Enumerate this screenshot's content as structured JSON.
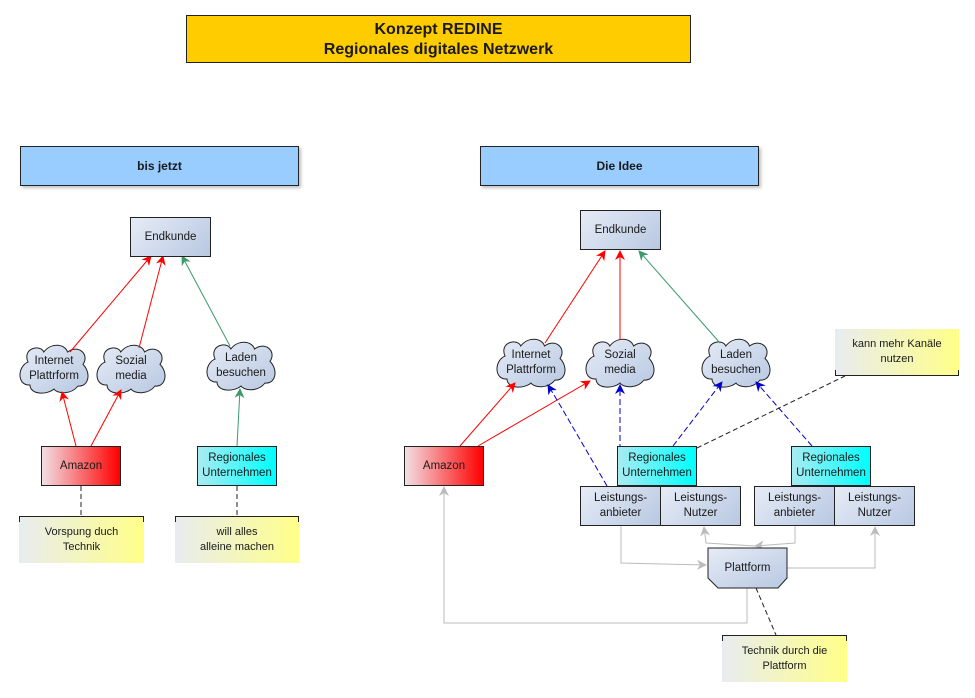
{
  "title": {
    "line1": "Konzept REDINE",
    "line2": "Regionales digitales Netzwerk"
  },
  "colors": {
    "title_bg": "#ffcc00",
    "section_bg": "#99ccff",
    "arrow_red": "#ff0000",
    "arrow_green": "#3c9a6a",
    "arrow_blue": "#0000cc",
    "arrow_gray": "#bbbbbb"
  },
  "left": {
    "header": "bis jetzt",
    "endkunde": "Endkunde",
    "internet": [
      "Internet",
      "Plattrform"
    ],
    "sozial": [
      "Sozial",
      "media"
    ],
    "laden": [
      "Laden",
      "besuchen"
    ],
    "amazon": "Amazon",
    "regional": [
      "Regionales",
      "Unternehmen"
    ],
    "note_amazon": [
      "Vorspung duch",
      "Technik"
    ],
    "note_regional": [
      "will alles",
      "alleine machen"
    ]
  },
  "right": {
    "header": "Die Idee",
    "endkunde": "Endkunde",
    "internet": [
      "Internet",
      "Plattrform"
    ],
    "sozial": [
      "Sozial",
      "media"
    ],
    "laden": [
      "Laden",
      "besuchen"
    ],
    "amazon": "Amazon",
    "regional1": [
      "Regionales",
      "Unternehmen"
    ],
    "regional2": [
      "Regionales",
      "Unternehmen"
    ],
    "anbieter1": [
      "Leistungs-",
      "anbieter"
    ],
    "nutzer1": [
      "Leistungs-",
      "Nutzer"
    ],
    "anbieter2": [
      "Leistungs-",
      "anbieter"
    ],
    "nutzer2": [
      "Leistungs-",
      "Nutzer"
    ],
    "plattform": "Plattform",
    "note_kanaele": [
      "kann mehr Kanäle",
      "nutzen"
    ],
    "note_technik": [
      "Technik durch die",
      "Plattform"
    ]
  }
}
